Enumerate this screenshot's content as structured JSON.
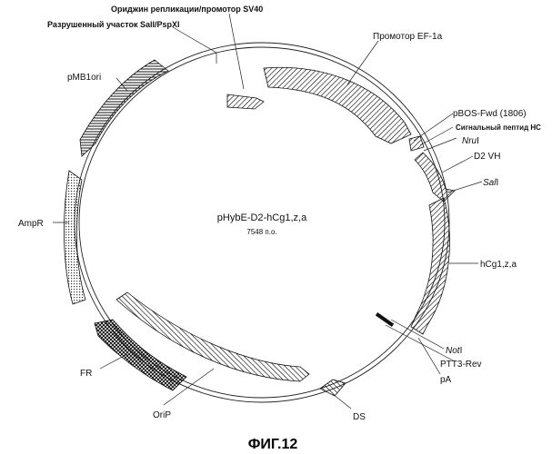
{
  "plasmid": {
    "name": "pHybE-D2-hCg1,z,a",
    "size": "7548 п.о."
  },
  "labels": {
    "sv40": "Ориджин репликации/промотор SV40",
    "sall_destroyed": "Разрушенный участок SalI/PspXI",
    "ef1a": "Промотор EF-1a",
    "pmb1": "pMB1ori",
    "pbos": "pBOS-Fwd (1806)",
    "signal": "Сигнальный пептид HC",
    "nru_italic": "Nru",
    "nru_suffix": "I",
    "d2vh": "D2 VH",
    "sal_italic": "Sal",
    "sal_suffix": "I",
    "ampr": "AmpR",
    "hcg": "hCg1,z,a",
    "not_italic": "Not",
    "not_suffix": "I",
    "ptt3": "PTT3-Rev",
    "pa": "pA",
    "fr": "FR",
    "orip": "OriP",
    "ds": "DS"
  },
  "figure_caption": "ФИГ.12",
  "colors": {
    "ink": "#111111",
    "background": "#ffffff"
  }
}
